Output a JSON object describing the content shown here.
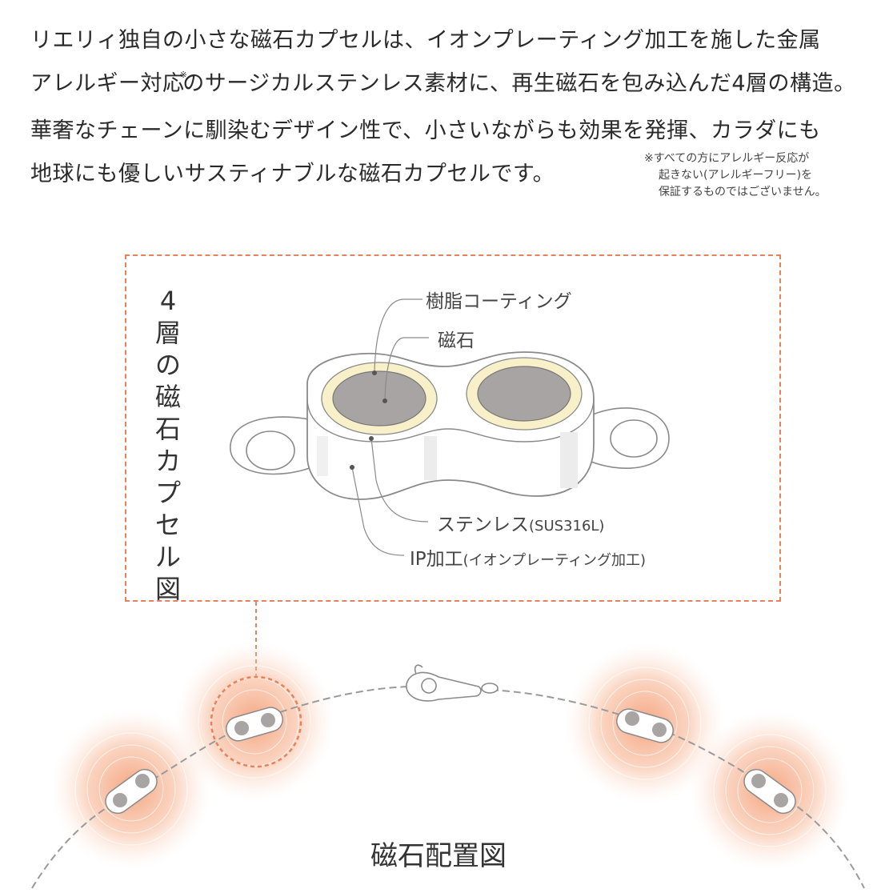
{
  "intro": {
    "lines": [
      "リエリィ独自の小さな磁石カプセルは、イオンプレーティング加工を施した金属",
      "アレルギー対応",
      "のサージカルステンレス素材に、再生磁石を包み込んだ4層の構造。",
      "華奢なチェーンに馴染むデザイン性で、小さいながらも効果を発揮、カラダにも",
      "地球にも優しいサスティナブルな磁石カプセルです。"
    ],
    "mark": "※"
  },
  "note": {
    "line1": "※すべての方にアレルギー反応が",
    "line2": "起きない(アレルギーフリー)を",
    "line3": "保証するものではございません。"
  },
  "diagram": {
    "title_chars": [
      "4",
      "層",
      "の",
      "磁",
      "石",
      "カ",
      "プ",
      "セ",
      "ル",
      "図"
    ],
    "labels": {
      "resin": "樹脂コーティング",
      "magnet": "磁石",
      "steel": "ステンレス",
      "steel_paren": "(SUS316L)",
      "ip": "IP加工",
      "ip_paren": "(イオンプレーティング加工)"
    },
    "colors": {
      "accent": "#e8825a",
      "glow": "#f4a07a",
      "magnet": "#a8a4a3",
      "coating": "#f7f0c8",
      "outline": "#8a8a8a"
    }
  },
  "placement": {
    "title": "磁石配置図"
  }
}
